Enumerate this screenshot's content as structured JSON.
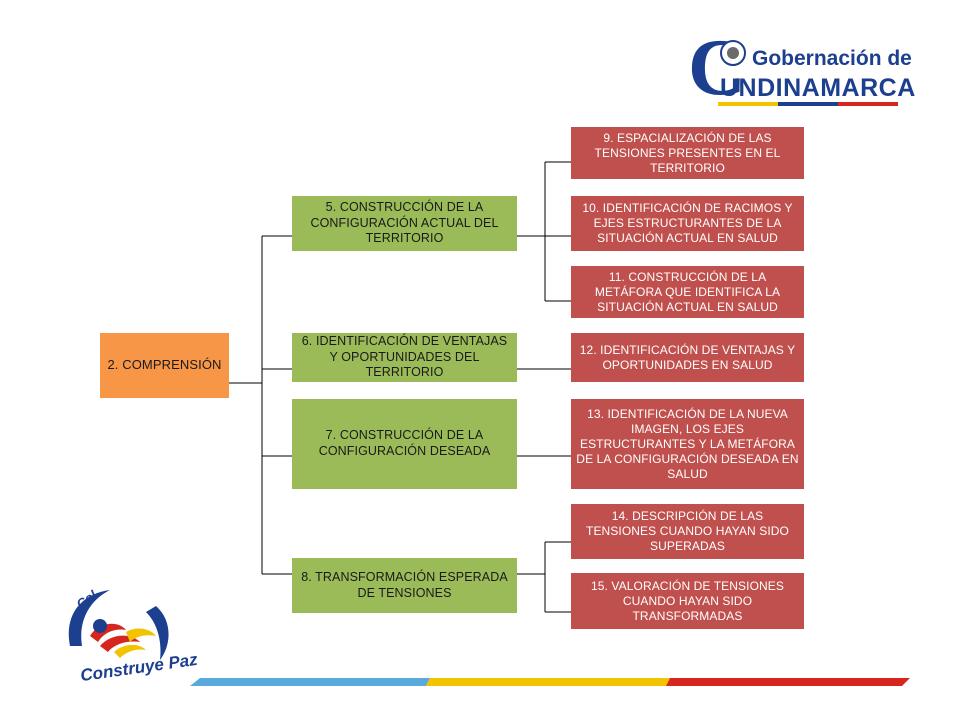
{
  "header": {
    "logo": {
      "initial": "C",
      "title": "Gobernación de",
      "name": "UNDINAMARCA"
    }
  },
  "diagram": {
    "root": "2. COMPRENSIÓN",
    "stages": [
      "5. CONSTRUCCIÓN DE LA CONFIGURACIÓN ACTUAL DEL TERRITORIO",
      "6. IDENTIFICACIÓN DE VENTAJAS Y OPORTUNIDADES DEL TERRITORIO",
      "7. CONSTRUCCIÓN DE LA CONFIGURACIÓN DESEADA",
      "8. TRANSFORMACIÓN ESPERADA DE TENSIONES"
    ],
    "steps": [
      "9. ESPACIALIZACIÓN DE LAS TENSIONES PRESENTES EN EL TERRITORIO",
      "10. IDENTIFICACIÓN DE RACIMOS Y EJES ESTRUCTURANTES DE LA SITUACIÓN ACTUAL EN SALUD",
      "11. CONSTRUCCIÓN DE LA METÁFORA QUE IDENTIFICA LA SITUACIÓN ACTUAL EN SALUD",
      "12. IDENTIFICACIÓN DE VENTAJAS Y OPORTUNIDADES EN SALUD",
      "13. IDENTIFICACIÓN DE LA NUEVA IMAGEN, LOS EJES ESTRUCTURANTES Y LA METÁFORA DE LA CONFIGURACIÓN DESEADA EN SALUD",
      "14. DESCRIPCIÓN DE LAS TENSIONES CUANDO HAYAN SIDO SUPERADAS",
      "15. VALORACIÓN DE TENSIONES CUANDO HAYAN SIDO TRANSFORMADAS"
    ]
  },
  "footer": {
    "emblem": {
      "top_text": "Col",
      "slogan": "Construye Paz"
    }
  },
  "colors": {
    "root": "#f79646",
    "stage": "#9bbb59",
    "step": "#c0504d",
    "brand_blue": "#1c3f8f",
    "brand_yellow": "#f2c400",
    "brand_red": "#d7261e"
  }
}
